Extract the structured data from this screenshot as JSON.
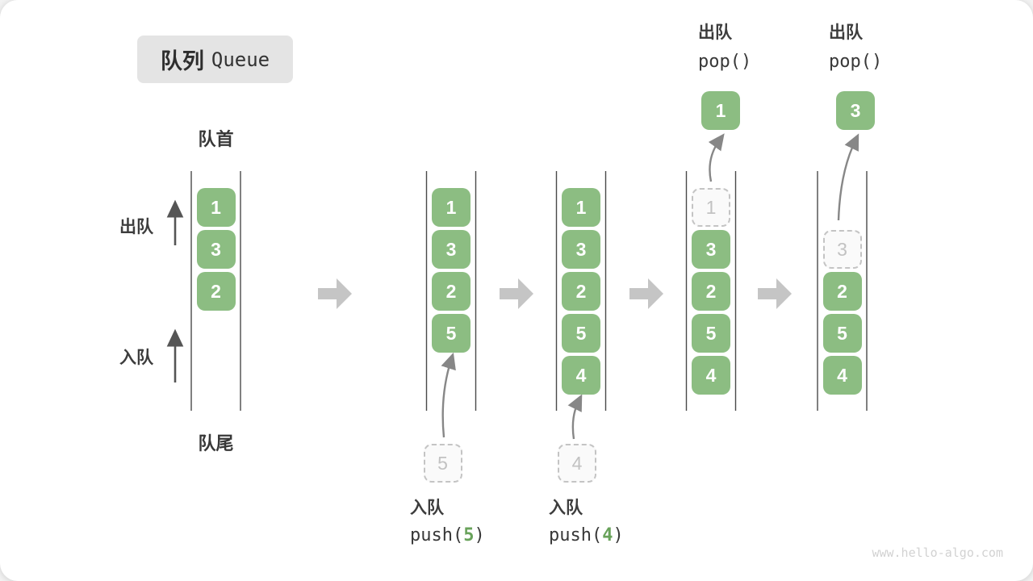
{
  "title": {
    "zh": "队列",
    "en": "Queue"
  },
  "labels": {
    "front": "队首",
    "rear": "队尾",
    "dequeue": "出队",
    "enqueue": "入队"
  },
  "watermark": "www.hello-algo.com",
  "colors": {
    "box_green": "#8cbd82",
    "arg_green": "#68a25a",
    "channel_line": "#4a4a4a",
    "block_arrow": "#c5c5c5",
    "curved_arrow": "#878787",
    "side_arrow": "#555555",
    "ghost_border": "#c4c4c4",
    "ghost_text": "#c2c2c2",
    "title_bg": "#e4e4e4"
  },
  "states": [
    {
      "cells": [
        {
          "row": 0,
          "value": "1",
          "ghost": false
        },
        {
          "row": 1,
          "value": "3",
          "ghost": false
        },
        {
          "row": 2,
          "value": "2",
          "ghost": false
        }
      ]
    },
    {
      "cells": [
        {
          "row": 0,
          "value": "1",
          "ghost": false
        },
        {
          "row": 1,
          "value": "3",
          "ghost": false
        },
        {
          "row": 2,
          "value": "2",
          "ghost": false
        },
        {
          "row": 3,
          "value": "5",
          "ghost": false
        }
      ],
      "pending": {
        "value": "5"
      },
      "op": {
        "kind": "push",
        "zh": "入队",
        "fn_pre": "push(",
        "arg": "5",
        "fn_post": ")"
      }
    },
    {
      "cells": [
        {
          "row": 0,
          "value": "1",
          "ghost": false
        },
        {
          "row": 1,
          "value": "3",
          "ghost": false
        },
        {
          "row": 2,
          "value": "2",
          "ghost": false
        },
        {
          "row": 3,
          "value": "5",
          "ghost": false
        },
        {
          "row": 4,
          "value": "4",
          "ghost": false
        }
      ],
      "pending": {
        "value": "4"
      },
      "op": {
        "kind": "push",
        "zh": "入队",
        "fn_pre": "push(",
        "arg": "4",
        "fn_post": ")"
      }
    },
    {
      "cells": [
        {
          "row": 0,
          "value": "1",
          "ghost": true
        },
        {
          "row": 1,
          "value": "3",
          "ghost": false
        },
        {
          "row": 2,
          "value": "2",
          "ghost": false
        },
        {
          "row": 3,
          "value": "5",
          "ghost": false
        },
        {
          "row": 4,
          "value": "4",
          "ghost": false
        }
      ],
      "popped": {
        "value": "1"
      },
      "op": {
        "kind": "pop",
        "zh": "出队",
        "fn": "pop()"
      }
    },
    {
      "cells": [
        {
          "row": 1,
          "value": "3",
          "ghost": true
        },
        {
          "row": 2,
          "value": "2",
          "ghost": false
        },
        {
          "row": 3,
          "value": "5",
          "ghost": false
        },
        {
          "row": 4,
          "value": "4",
          "ghost": false
        }
      ],
      "popped": {
        "value": "3"
      },
      "op": {
        "kind": "pop",
        "zh": "出队",
        "fn": "pop()"
      }
    }
  ]
}
